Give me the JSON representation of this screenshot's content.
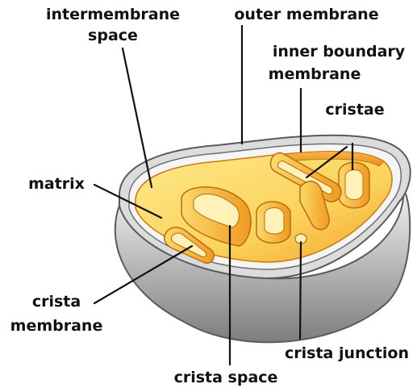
{
  "labels": {
    "intermembrane_space_line1": "intermembrane",
    "intermembrane_space_line2": "space",
    "outer_membrane": "outer membrane",
    "inner_boundary_membrane_line1": "inner boundary",
    "inner_boundary_membrane_line2": "membrane",
    "cristae": "cristae",
    "matrix": "matrix",
    "crista_membrane_line1": "crista",
    "crista_membrane_line2": "membrane",
    "crista_junction": "crista junction",
    "crista_space": "crista space"
  },
  "colors": {
    "outer_shell_light": "#e6e6e6",
    "outer_shell_dark": "#8a8a8a",
    "intermembrane": "#f4f4f4",
    "matrix_light": "#fde27a",
    "matrix_dark": "#f6a623",
    "crista_wall": "#f4b24a",
    "outline": "#5a5a5a"
  }
}
